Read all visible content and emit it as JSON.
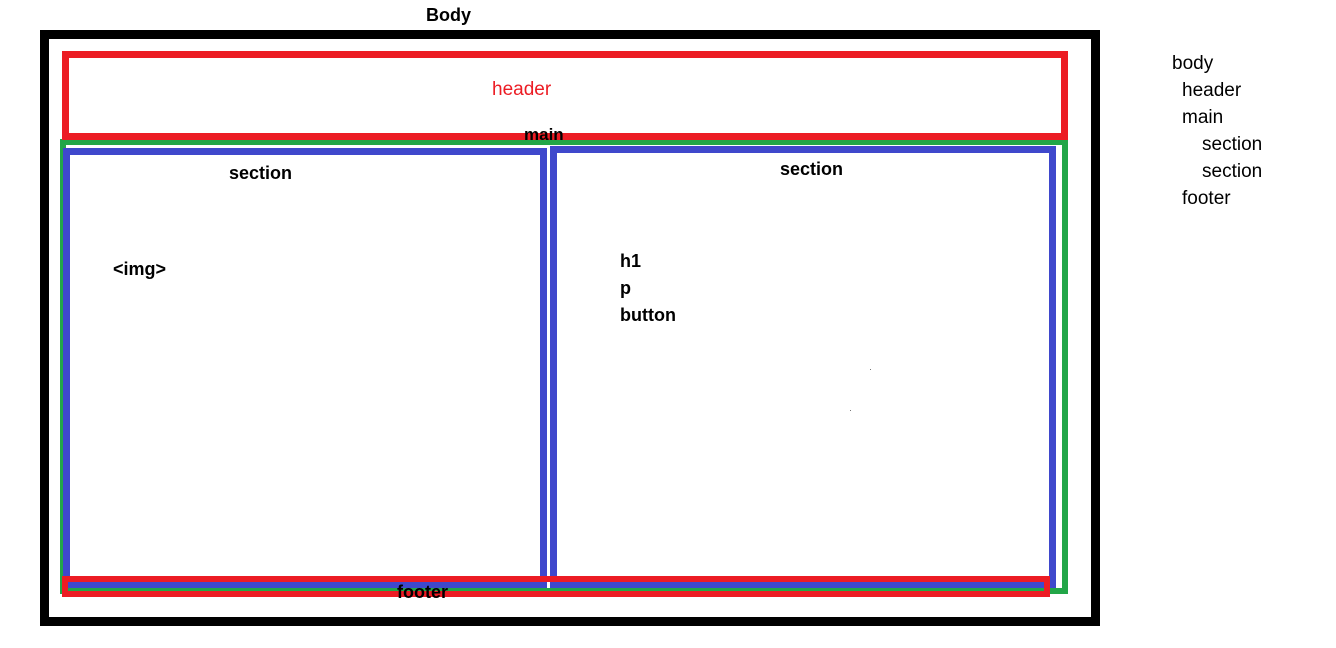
{
  "diagram": {
    "body_label": "Body",
    "header_label": "header",
    "main_label": "main",
    "section_left_label": "section",
    "section_right_label": "section",
    "img_label": "<img>",
    "h1_label": "h1",
    "p_label": "p",
    "button_label": "button",
    "footer_label": "footer"
  },
  "tree": [
    {
      "label": "body",
      "depth": 0
    },
    {
      "label": "header",
      "depth": 1
    },
    {
      "label": "main",
      "depth": 1
    },
    {
      "label": "section",
      "depth": 2
    },
    {
      "label": "section",
      "depth": 2
    },
    {
      "label": "footer",
      "depth": 1
    }
  ],
  "colors": {
    "body": "#000000",
    "header": "#ec1c24",
    "main": "#22a648",
    "section": "#3f48cc",
    "footer": "#ec1c24"
  }
}
